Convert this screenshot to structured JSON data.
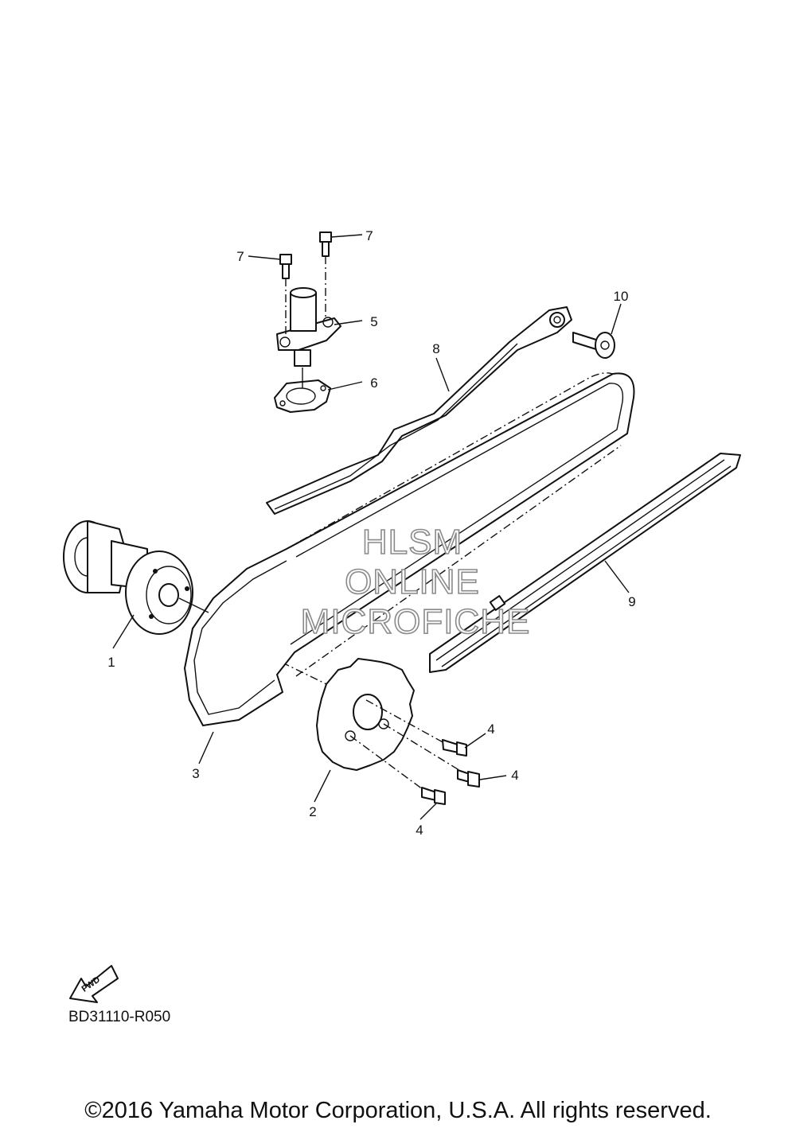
{
  "diagram": {
    "callouts": [
      {
        "id": "c1",
        "label": "1"
      },
      {
        "id": "c2",
        "label": "2"
      },
      {
        "id": "c3",
        "label": "3"
      },
      {
        "id": "c4a",
        "label": "4"
      },
      {
        "id": "c4b",
        "label": "4"
      },
      {
        "id": "c4c",
        "label": "4"
      },
      {
        "id": "c5",
        "label": "5"
      },
      {
        "id": "c6",
        "label": "6"
      },
      {
        "id": "c7a",
        "label": "7"
      },
      {
        "id": "c7b",
        "label": "7"
      },
      {
        "id": "c8",
        "label": "8"
      },
      {
        "id": "c9",
        "label": "9"
      },
      {
        "id": "c10",
        "label": "10"
      }
    ],
    "fwd_label": "FWD",
    "diagram_code": "BD31110-R050"
  },
  "watermark": {
    "line1": "HLSM",
    "line2": "ONLINE",
    "line3": "MICROFICHE"
  },
  "footer": {
    "copyright": "©2016 Yamaha Motor Corporation, U.S.A. All rights reserved."
  }
}
